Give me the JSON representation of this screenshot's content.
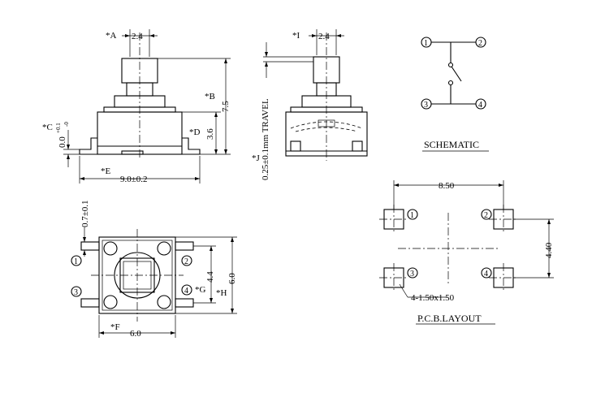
{
  "front_view": {
    "label_a": "*A",
    "dim_a": "2.4",
    "label_b": "*B",
    "dim_b": "7.5",
    "label_c": "*C",
    "dim_c": "0.0",
    "dim_c_tol_upper": "+0.1",
    "dim_c_tol_lower": "-0",
    "label_d": "*D",
    "dim_d": "3.6",
    "label_e": "*E",
    "dim_e": "9.0±0.2"
  },
  "side_view": {
    "label_i": "*I",
    "dim_i": "2.4",
    "label_j": "*J",
    "travel_note": "0.25±0.1mm TRAVEL"
  },
  "schematic": {
    "title": "SCHEMATIC",
    "pins": [
      "1",
      "2",
      "3",
      "4"
    ]
  },
  "top_view": {
    "dim_lead": "0.7±0.1",
    "pins": [
      "1",
      "2",
      "3",
      "4"
    ],
    "label_f": "*F",
    "dim_f": "6.0",
    "label_g": "*G",
    "dim_g": "4.4",
    "label_h": "*H",
    "dim_h": "6.0"
  },
  "pcb_layout": {
    "title": "P.C.B.LAYOUT",
    "dim_width": "8.50",
    "dim_height": "4.40",
    "pad_note": "4-1.50x1.50",
    "pins": [
      "1",
      "2",
      "3",
      "4"
    ]
  }
}
